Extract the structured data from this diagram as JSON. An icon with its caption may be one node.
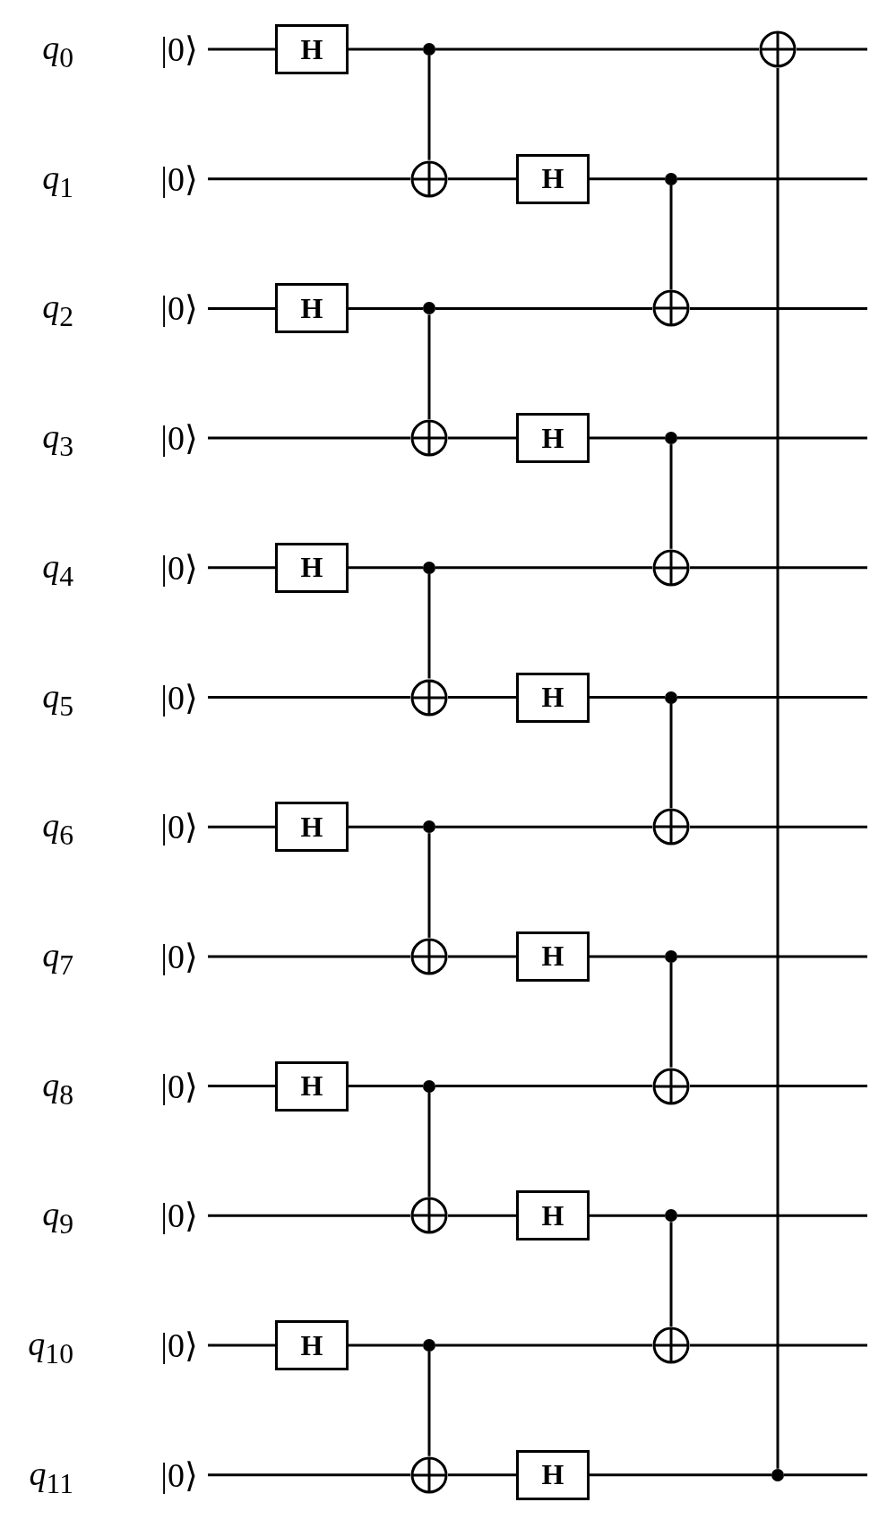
{
  "diagram": {
    "nodes": [
      {
        "text": [
          "|0⟩"
        ]
      },
      {
        "text": [
          "H"
        ]
      },
      {
        "text": [],
        "shape": "dot"
      },
      {
        "text": [],
        "shape": "circle"
      },
      {
        "text": [
          "|0⟩"
        ]
      },
      {
        "text": [],
        "shape": "circle"
      },
      {
        "text": [
          "H"
        ]
      },
      {
        "text": [],
        "shape": "dot"
      },
      {
        "text": [
          "|0⟩"
        ]
      },
      {
        "text": [
          "H"
        ]
      },
      {
        "text": [],
        "shape": "dot"
      },
      {
        "text": [],
        "shape": "circle"
      },
      {
        "text": [
          "|0⟩"
        ]
      },
      {
        "text": [],
        "shape": "circle"
      },
      {
        "text": [
          "H"
        ]
      },
      {
        "text": [],
        "shape": "dot"
      },
      {
        "text": [
          "|0⟩"
        ]
      },
      {
        "text": [
          "H"
        ]
      },
      {
        "text": [],
        "shape": "dot"
      },
      {
        "text": [],
        "shape": "circle"
      },
      {
        "text": [
          "|0⟩"
        ]
      },
      {
        "text": [],
        "shape": "circle"
      },
      {
        "text": [
          "H"
        ]
      },
      {
        "text": [],
        "shape": "dot"
      },
      {
        "text": [
          "|0⟩"
        ]
      },
      {
        "text": [
          "H"
        ]
      },
      {
        "text": [],
        "shape": "dot"
      },
      {
        "text": [],
        "shape": "circle"
      },
      {
        "text": [
          "|0⟩"
        ]
      },
      {
        "text": [],
        "shape": "circle"
      },
      {
        "text": [
          "H"
        ]
      },
      {
        "text": [],
        "shape": "dot"
      },
      {
        "text": [
          "|0⟩"
        ]
      },
      {
        "text": [
          "H"
        ]
      },
      {
        "text": [],
        "shape": "dot"
      },
      {
        "text": [],
        "shape": "circle"
      },
      {
        "text": [
          "|0⟩"
        ]
      },
      {
        "text": [],
        "shape": "circle"
      },
      {
        "text": [
          "H"
        ]
      },
      {
        "text": [],
        "shape": "dot"
      },
      {
        "text": [
          "|0⟩"
        ]
      },
      {
        "text": [
          "H"
        ]
      },
      {
        "text": [],
        "shape": "dot"
      },
      {
        "text": [],
        "shape": "circle"
      },
      {
        "text": [
          "|0⟩"
        ]
      },
      {
        "text": [],
        "shape": "circle"
      },
      {
        "text": [
          "H"
        ]
      },
      {
        "text": [],
        "shape": "dot"
      }
    ],
    "edges": [
      {
        "from": 0,
        "to": 1,
        "arrow": "none"
      },
      {
        "from": 1,
        "to": 2,
        "arrow": "none"
      },
      {
        "from": 2,
        "to": 3,
        "arrow": "none"
      },
      {
        "from": 3,
        "to": null,
        "arrow": "none"
      },
      {
        "from": 4,
        "to": 5,
        "arrow": "none"
      },
      {
        "from": 5,
        "to": 6,
        "arrow": "none"
      },
      {
        "from": 6,
        "to": 7,
        "arrow": "none"
      },
      {
        "from": 7,
        "to": null,
        "arrow": "none"
      },
      {
        "from": 8,
        "to": 9,
        "arrow": "none"
      },
      {
        "from": 9,
        "to": 10,
        "arrow": "none"
      },
      {
        "from": 10,
        "to": 11,
        "arrow": "none"
      },
      {
        "from": 11,
        "to": null,
        "arrow": "none"
      },
      {
        "from": 12,
        "to": 13,
        "arrow": "none"
      },
      {
        "from": 13,
        "to": 14,
        "arrow": "none"
      },
      {
        "from": 14,
        "to": 15,
        "arrow": "none"
      },
      {
        "from": 15,
        "to": null,
        "arrow": "none"
      },
      {
        "from": 16,
        "to": 17,
        "arrow": "none"
      },
      {
        "from": 17,
        "to": 18,
        "arrow": "none"
      },
      {
        "from": 18,
        "to": 19,
        "arrow": "none"
      },
      {
        "from": 19,
        "to": null,
        "arrow": "none"
      },
      {
        "from": 20,
        "to": 21,
        "arrow": "none"
      },
      {
        "from": 21,
        "to": 22,
        "arrow": "none"
      },
      {
        "from": 22,
        "to": 23,
        "arrow": "none"
      },
      {
        "from": 23,
        "to": null,
        "arrow": "none"
      },
      {
        "from": 24,
        "to": 25,
        "arrow": "none"
      },
      {
        "from": 25,
        "to": 26,
        "arrow": "none"
      },
      {
        "from": 26,
        "to": 27,
        "arrow": "none"
      },
      {
        "from": 27,
        "to": null,
        "arrow": "none"
      },
      {
        "from": 28,
        "to": 29,
        "arrow": "none"
      },
      {
        "from": 29,
        "to": 30,
        "arrow": "none"
      },
      {
        "from": 30,
        "to": 31,
        "arrow": "none"
      },
      {
        "from": 31,
        "to": null,
        "arrow": "none"
      },
      {
        "from": 32,
        "to": 33,
        "arrow": "none"
      },
      {
        "from": 33,
        "to": 34,
        "arrow": "none"
      },
      {
        "from": 34,
        "to": 35,
        "arrow": "none"
      },
      {
        "from": 35,
        "to": null,
        "arrow": "none"
      },
      {
        "from": 36,
        "to": 37,
        "arrow": "none"
      },
      {
        "from": 37,
        "to": 38,
        "arrow": "none"
      },
      {
        "from": 38,
        "to": 39,
        "arrow": "none"
      },
      {
        "from": 39,
        "to": null,
        "arrow": "none"
      },
      {
        "from": 40,
        "to": 41,
        "arrow": "none"
      },
      {
        "from": 41,
        "to": 42,
        "arrow": "none"
      },
      {
        "from": 42,
        "to": 43,
        "arrow": "none"
      },
      {
        "from": 43,
        "to": null,
        "arrow": "none"
      },
      {
        "from": 44,
        "to": 45,
        "arrow": "none"
      },
      {
        "from": 45,
        "to": 46,
        "arrow": "none"
      },
      {
        "from": 46,
        "to": 47,
        "arrow": "none"
      },
      {
        "from": 47,
        "to": null,
        "arrow": "none"
      },
      {
        "from": 2,
        "to": 5,
        "arrow": "none"
      },
      {
        "from": 10,
        "to": 13,
        "arrow": "none"
      },
      {
        "from": 18,
        "to": 21,
        "arrow": "none"
      },
      {
        "from": 26,
        "to": 29,
        "arrow": "none"
      },
      {
        "from": 34,
        "to": 37,
        "arrow": "none"
      },
      {
        "from": 42,
        "to": 45,
        "arrow": "none"
      },
      {
        "from": 7,
        "to": 11,
        "arrow": "none"
      },
      {
        "from": 15,
        "to": 19,
        "arrow": "none"
      },
      {
        "from": 23,
        "to": 27,
        "arrow": "none"
      },
      {
        "from": 31,
        "to": 35,
        "arrow": "none"
      },
      {
        "from": 39,
        "to": 43,
        "arrow": "none"
      },
      {
        "from": 47,
        "to": 3,
        "arrow": "none"
      }
    ],
    "labels": [
      "*q*$_{0}$",
      "*q*$_{1}$",
      "*q*$_{2}$",
      "*q*$_{3}$",
      "*q*$_{4}$",
      "*q*$_{5}$",
      "*q*$_{6}$",
      "*q*$_{7}$",
      "*q*$_{8}$",
      "*q*$_{9}$",
      "*q*$_{10}$",
      "*q*$_{11}$"
    ]
  }
}
